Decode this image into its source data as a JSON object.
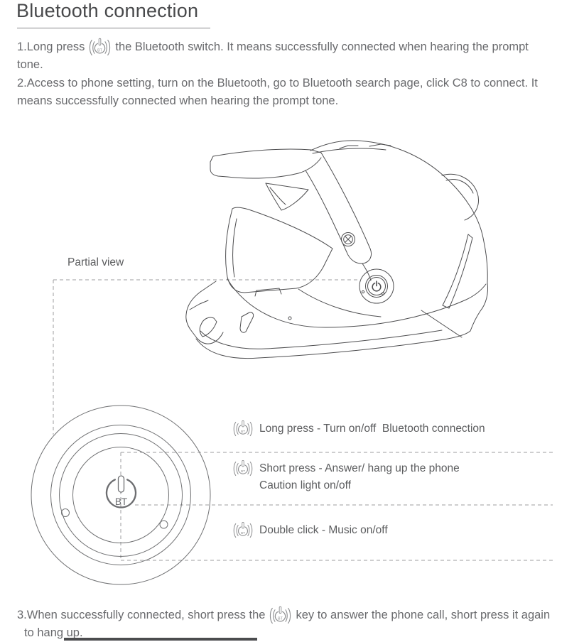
{
  "title": "Bluetooth connection",
  "colors": {
    "heading_text": "#48494b",
    "body_text": "#696a6d",
    "label_text": "#5b5c5e",
    "line_art": "#4e4e50",
    "dashed_line": "#9c9d9f",
    "icon": "#8d8e90"
  },
  "instructions": {
    "step1": {
      "prefix": "1.Long press",
      "suffix": "the Bluetooth switch. It means successfully connected when hearing the prompt",
      "line2": "tone."
    },
    "step2": {
      "line1": "2.Access to phone setting, turn on the Bluetooth, go to Bluetooth search page, click C8 to connect. It",
      "line2": "means successfully connected when hearing the prompt tone."
    },
    "step3": {
      "prefix": "3.When successfully connected, short press the",
      "suffix": "key to answer the phone call, short press it again",
      "line2": "to hang up."
    }
  },
  "figure": {
    "partial_view_label": "Partial view",
    "button_label": "BT",
    "legend": [
      {
        "line1": "Long press - Turn on/off  Bluetooth connection"
      },
      {
        "line1": "Short press - Answer/ hang up the phone",
        "line2": "Caution light on/off"
      },
      {
        "line1": "Double click - Music on/off"
      }
    ]
  }
}
